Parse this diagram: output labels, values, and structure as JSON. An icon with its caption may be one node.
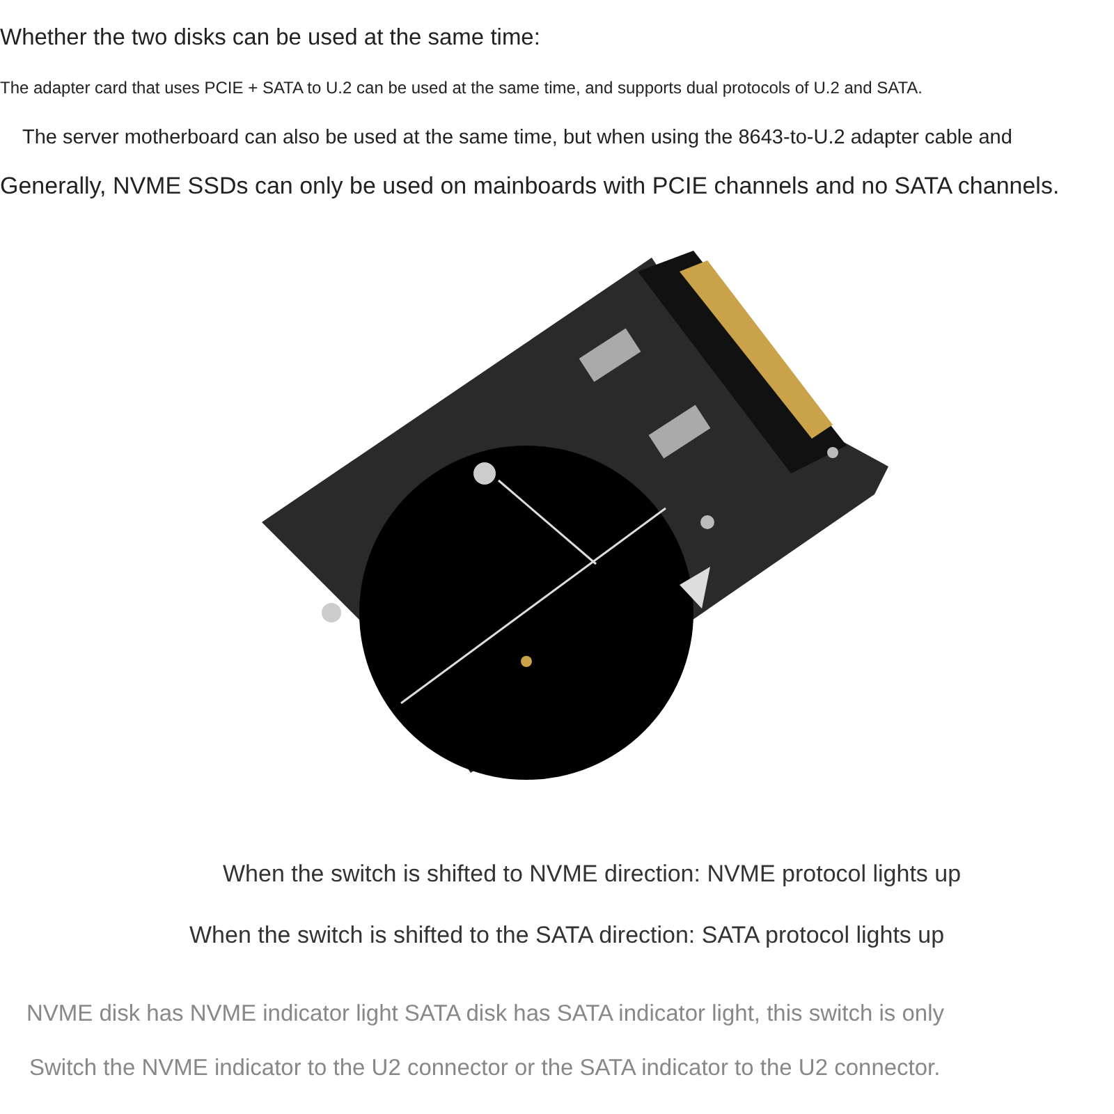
{
  "diagram": {
    "labels": [
      "Whether the two disks can be used at the same time:",
      "The adapter card that uses PCIE + SATA to U.2 can be used at the same time, and supports dual protocols of U.2 and SATA.",
      "The server motherboard can also be used at the same time, but when using the 8643-to-U.2 adapter cable and",
      "Generally, NVME SSDs can only be used on mainboards with PCIE channels and no SATA channels.",
      "When the switch is shifted to NVME direction: NVME protocol lights up",
      "When the switch is shifted to the SATA direction: SATA protocol lights up",
      "NVME disk has NVME indicator light SATA disk has SATA indicator light, this switch is only",
      "Switch the NVME indicator to the U2 connector or the SATA indicator to the U2 connector."
    ]
  }
}
